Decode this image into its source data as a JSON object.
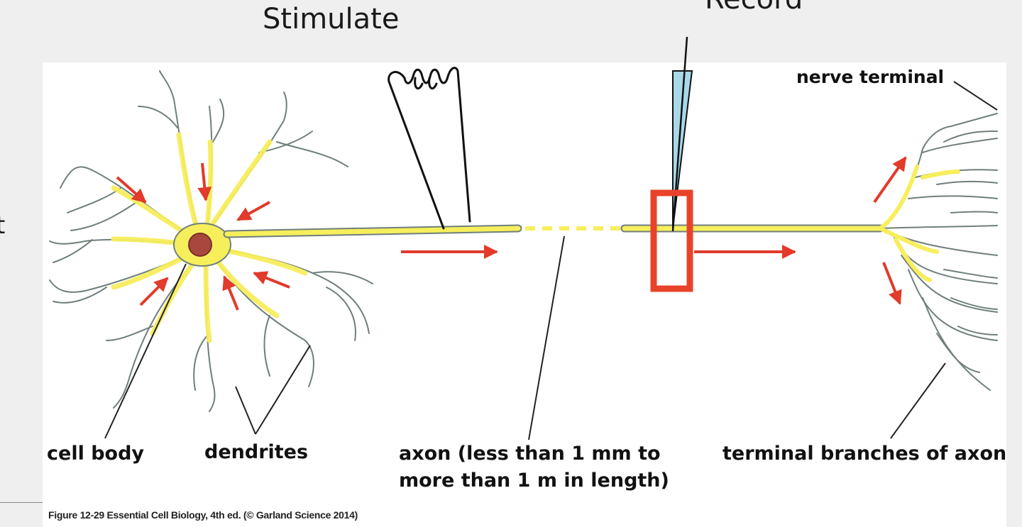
{
  "slide": {
    "stimulate_label": "Stimulate",
    "record_label": "Record",
    "edge_fragment": "t"
  },
  "diagram": {
    "labels": {
      "nerve_terminal": "nerve terminal",
      "cell_body": "cell body",
      "dendrites": "dendrites",
      "axon_line1": "axon (less than 1 mm to",
      "axon_line2": "more than 1 m in length)",
      "terminal_branches": "terminal branches of axon"
    },
    "caption": "Figure 12-29  Essential Cell Biology, 4th ed. (© Garland Science 2014)",
    "colors": {
      "neuron_fill": "#f7ee5c",
      "neuron_outline": "#6f7f7c",
      "nucleus": "#a8473e",
      "arrow": "#e23a2b",
      "highlight_box": "#e8432a",
      "electrode_fill": "#a9d8e8",
      "leader_line": "#222222"
    }
  }
}
